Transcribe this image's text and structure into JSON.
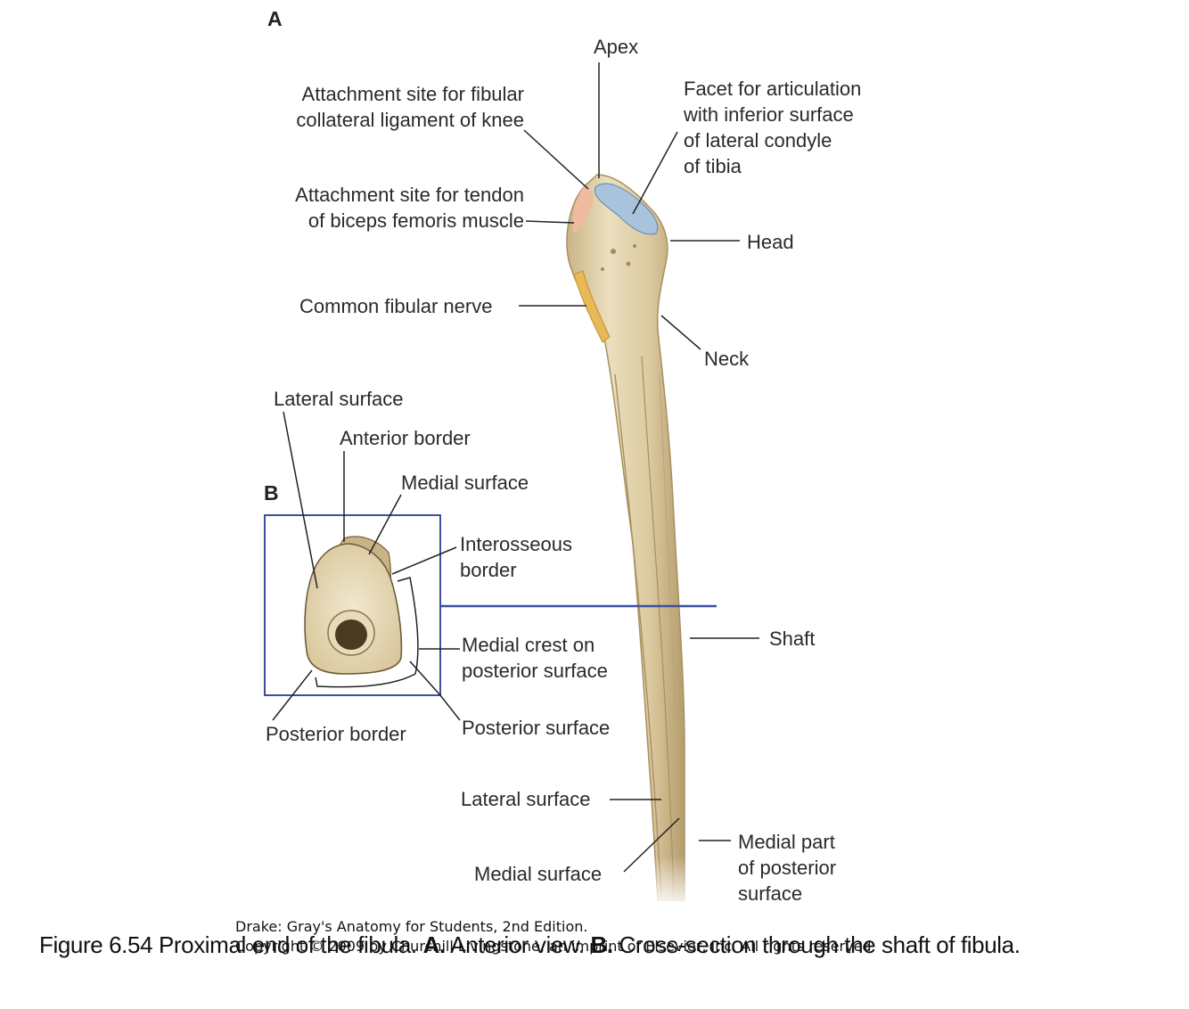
{
  "panels": {
    "a": "A",
    "b": "B"
  },
  "labels": {
    "apex": "Apex",
    "fibular_collateral": [
      "Attachment site for fibular",
      "collateral ligament of knee"
    ],
    "biceps_femoris": [
      "Attachment site for tendon",
      "of biceps femoris muscle"
    ],
    "facet": [
      "Facet for articulation",
      "with inferior surface",
      "of lateral condyle",
      "of tibia"
    ],
    "head": "Head",
    "common_fibular_nerve": "Common fibular nerve",
    "neck": "Neck",
    "lateral_surface_b": "Lateral surface",
    "anterior_border": "Anterior border",
    "medial_surface_b": "Medial surface",
    "interosseous_border": [
      "Interosseous",
      "border"
    ],
    "shaft": "Shaft",
    "medial_crest": [
      "Medial crest on",
      "posterior surface"
    ],
    "posterior_border": "Posterior border",
    "posterior_surface": "Posterior surface",
    "lateral_surface_a": "Lateral surface",
    "medial_surface_a": "Medial surface",
    "medial_part_posterior": [
      "Medial part",
      "of posterior",
      "surface"
    ]
  },
  "credit": {
    "line1": "Drake: Gray's Anatomy for Students, 2nd Edition.",
    "line2": "Copyright © 2009 by Churchill Livingstone, an imprint of Elsevier, Inc. All rights reserved."
  },
  "caption": {
    "prefix": "Figure 6.54 Proximal end of the fibula. ",
    "a_letter": "A.",
    "a_text": " Anterior view. ",
    "b_letter": "B.",
    "b_text": " Cross-section through the shaft of fibula."
  },
  "colors": {
    "bone": "#e3d3ab",
    "bone_dark": "#b8a174",
    "bone_light": "#efe4c8",
    "facet": "#a9c3dc",
    "muscle_attachment": "#f2b9a0",
    "nerve": "#e9b857",
    "frame": "#3d50a0",
    "leader": "#222222"
  }
}
